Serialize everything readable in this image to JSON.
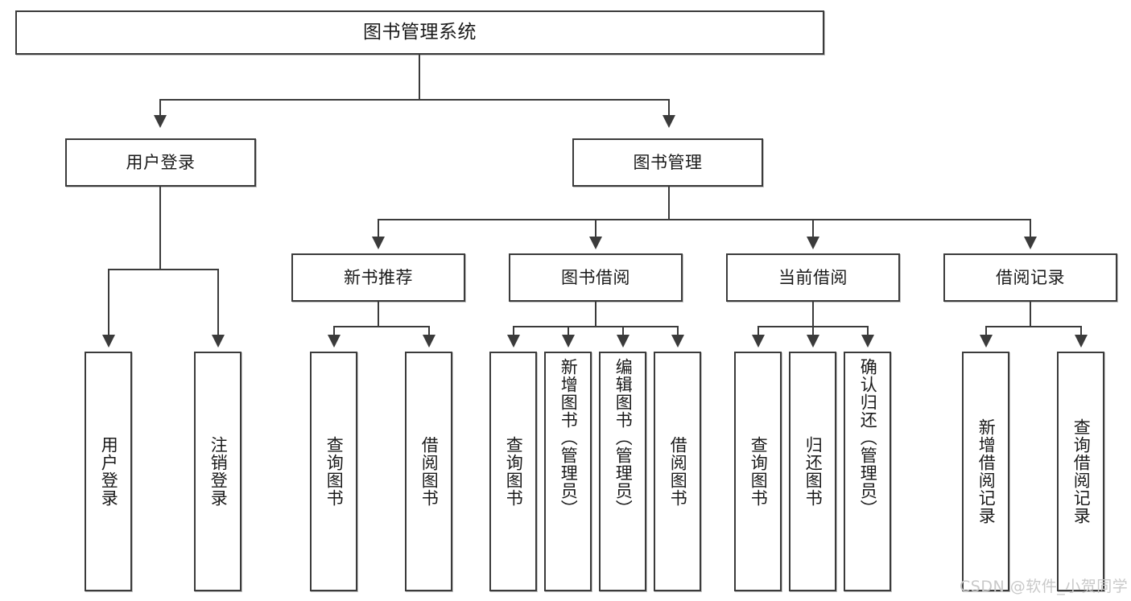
{
  "diagram": {
    "title": "图书管理系统",
    "type": "hierarchy-tree",
    "root": {
      "label": "图书管理系统"
    },
    "level2": [
      {
        "label": "用户登录"
      },
      {
        "label": "图书管理"
      }
    ],
    "level3": [
      {
        "label": "新书推荐"
      },
      {
        "label": "图书借阅"
      },
      {
        "label": "当前借阅"
      },
      {
        "label": "借阅记录"
      }
    ],
    "leaves": {
      "user_login": [
        {
          "label": "用户登录"
        },
        {
          "label": "注销登录"
        }
      ],
      "new_book_recommend": [
        {
          "label": "查询图书"
        },
        {
          "label": "借阅图书"
        }
      ],
      "book_borrow": [
        {
          "label": "查询图书"
        },
        {
          "label": "新增图书（管理员）"
        },
        {
          "label": "编辑图书（管理员）"
        },
        {
          "label": "借阅图书"
        }
      ],
      "current_borrow": [
        {
          "label": "查询图书"
        },
        {
          "label": "归还图书"
        },
        {
          "label": "确认归还（管理员）"
        }
      ],
      "borrow_record": [
        {
          "label": "新增借阅记录"
        },
        {
          "label": "查询借阅记录"
        }
      ]
    }
  },
  "watermark": {
    "text": "CSDN @软件_小贺同学"
  },
  "colors": {
    "stroke": "#3b3b3b",
    "fill": "#ffffff",
    "text": "#1a1a1a",
    "watermark": "#c9c9c9"
  }
}
